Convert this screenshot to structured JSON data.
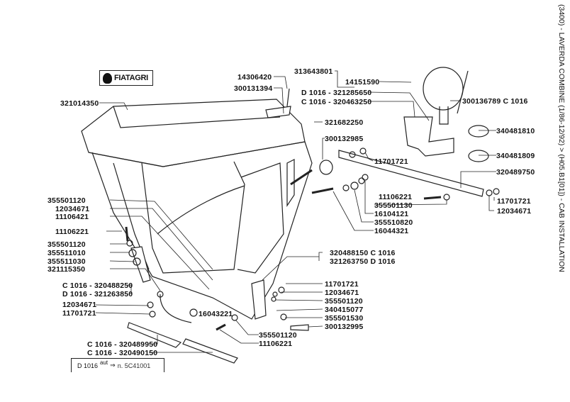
{
  "title": "(3400) - LAVERDA COMBINE (1/86-12/92) > (H05.B1[01]) - CAB INSTALLATION",
  "logo_text": "FIATAGRI",
  "note": {
    "variant": "D 1016",
    "aut": "aut",
    "arrow": "⇒",
    "text": "n. 5C41001"
  },
  "labels": [
    {
      "text": "321014350"
    },
    {
      "text": "14306420"
    },
    {
      "text": "300131394"
    },
    {
      "text": "313643801"
    },
    {
      "text": "14151590"
    },
    {
      "text": "D 1016 - 321285650"
    },
    {
      "text": "C 1016 - 320463250"
    },
    {
      "text": "300136789 C 1016"
    },
    {
      "text": "321682250"
    },
    {
      "text": "340481810"
    },
    {
      "text": "300132985"
    },
    {
      "text": "340481809"
    },
    {
      "text": "11701721"
    },
    {
      "text": "320489750"
    },
    {
      "text": "11106221"
    },
    {
      "text": "355501130"
    },
    {
      "text": "16104121"
    },
    {
      "text": "355510820"
    },
    {
      "text": "16044321"
    },
    {
      "text": "11701721"
    },
    {
      "text": "12034671"
    },
    {
      "text": "355501120"
    },
    {
      "text": "12034671"
    },
    {
      "text": "11106421"
    },
    {
      "text": "11106221"
    },
    {
      "text": "355501120"
    },
    {
      "text": "355511010"
    },
    {
      "text": "355511030"
    },
    {
      "text": "321115350"
    },
    {
      "text": "C 1016 - 320488250"
    },
    {
      "text": "D 1016 - 321263850"
    },
    {
      "text": "12034671"
    },
    {
      "text": "11701721"
    },
    {
      "text": "16043221"
    },
    {
      "text": "320488150 C 1016"
    },
    {
      "text": "321263750 D 1016"
    },
    {
      "text": "11701721"
    },
    {
      "text": "12034671"
    },
    {
      "text": "355501120"
    },
    {
      "text": "340415077"
    },
    {
      "text": "355501530"
    },
    {
      "text": "300132995"
    },
    {
      "text": "355501120"
    },
    {
      "text": "11106221"
    },
    {
      "text": "C 1016 - 320489950"
    },
    {
      "text": "C 1016 - 320490150"
    }
  ]
}
